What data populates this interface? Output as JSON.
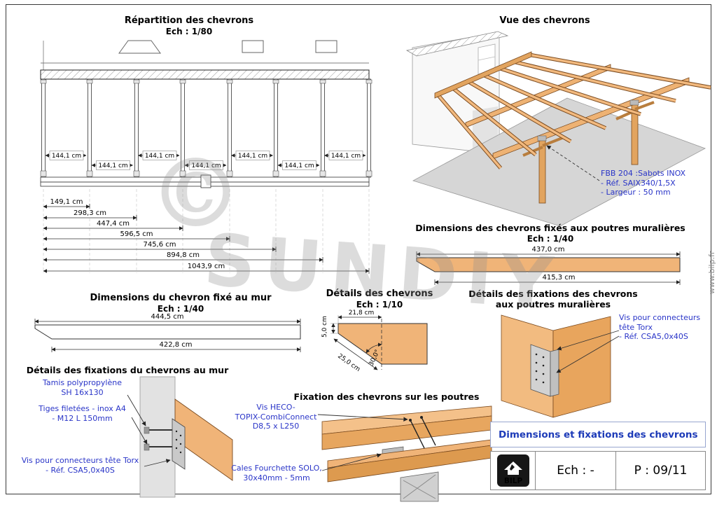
{
  "watermark": {
    "symbol": "©",
    "brand": "SUNDIY"
  },
  "site": {
    "url": "www.bilp.fr"
  },
  "repartition": {
    "title": "Répartition des chevrons",
    "scale": "Ech : 1/80",
    "spacing": "144,1 cm",
    "dims": [
      "149,1 cm",
      "298,3 cm",
      "447,4 cm",
      "596,5 cm",
      "745,6 cm",
      "894,8 cm",
      "1043,9 cm"
    ]
  },
  "vue": {
    "title": "Vue des chevrons",
    "note": {
      "line1": "FBB 204 :Sabots INOX",
      "line2": "- Réf. SAIX340/1,5X",
      "line3": "- Largeur : 50 mm"
    }
  },
  "dim_muraliere": {
    "title": "Dimensions des chevrons fixés aux poutres muralières",
    "scale": "Ech : 1/40",
    "top": "437,0 cm",
    "bottom": "415,3 cm"
  },
  "dim_mur": {
    "title": "Dimensions du chevron fixé au mur",
    "scale": "Ech : 1/40",
    "top": "444,5 cm",
    "bottom": "422,8 cm"
  },
  "details": {
    "title": "Détails des chevrons",
    "scale": "Ech : 1/10",
    "width": "21,8 cm",
    "height": "5,0 cm",
    "cut": "25,0 cm",
    "angle": "30,0°"
  },
  "fix_muraliere": {
    "title1": "Détails des fixations des chevrons",
    "title2": "aux poutres muralières",
    "note": {
      "line1": "Vis pour connecteurs",
      "line2": "tête Torx",
      "line3": "- Réf. CSA5,0x40S"
    }
  },
  "fix_mur": {
    "title": "Détails des fixations du chevrons au mur",
    "note1": {
      "line1": "Tamis polypropylène",
      "line2": "SH 16x130"
    },
    "note2": {
      "line1": "Tiges filetées - inox A4",
      "line2": "- M12 L 150mm"
    },
    "note3": {
      "line1": "Vis pour connecteurs tête Torx",
      "line2": "- Réf. CSA5,0x40S"
    }
  },
  "fix_poutres": {
    "title": "Fixation des chevrons sur les poutres",
    "note1": {
      "line1": "Vis HECO-",
      "line2": "TOPIX-CombiConnect",
      "line3": "D8,5 x L250"
    },
    "note2": {
      "line1": "Cales Fourchette SOLO,",
      "line2": "30x40mm - 5mm"
    }
  },
  "titleblock": {
    "title": "Dimensions et fixations des chevrons",
    "logo": "BILP",
    "scale": "Ech : -",
    "page": "P : 09/11"
  },
  "colors": {
    "wood": "#f0b478",
    "wood_dark": "#e2a45f",
    "annotation_blue": "#2a35c8",
    "title_blue": "#1d3bb8"
  }
}
